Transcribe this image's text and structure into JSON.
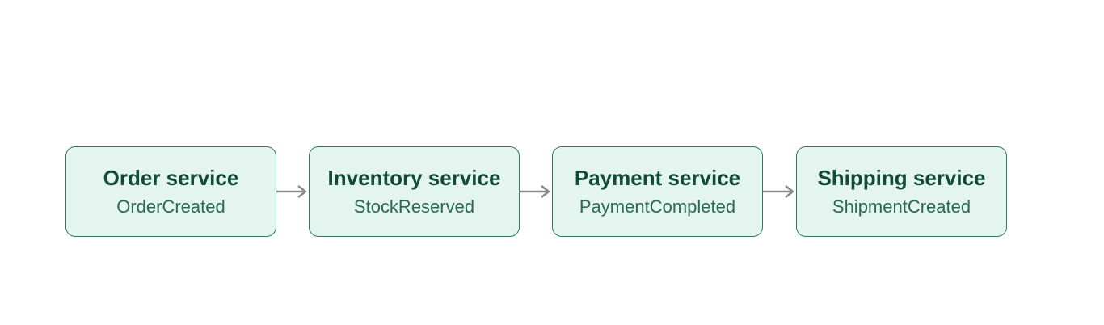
{
  "colors": {
    "node_fill": "#e4f4ee",
    "node_border": "#2f7a5d",
    "title_text": "#124a36",
    "event_text": "#2a6a52",
    "arrow": "#8a8a8a"
  },
  "nodes": [
    {
      "title": "Order service",
      "event": "OrderCreated"
    },
    {
      "title": "Inventory service",
      "event": "StockReserved"
    },
    {
      "title": "Payment service",
      "event": "PaymentCompleted"
    },
    {
      "title": "Shipping service",
      "event": "ShipmentCreated"
    }
  ],
  "edges": [
    {
      "from": "Order service",
      "to": "Inventory service"
    },
    {
      "from": "Inventory service",
      "to": "Payment service"
    },
    {
      "from": "Payment service",
      "to": "Shipping service"
    }
  ]
}
